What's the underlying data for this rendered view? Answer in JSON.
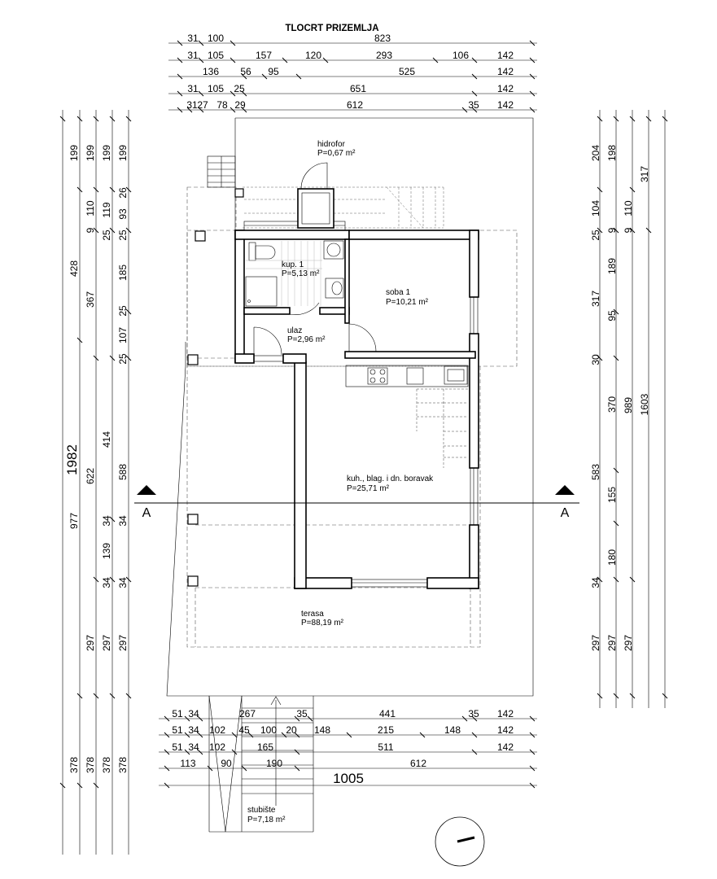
{
  "title": "TLOCRT PRIZEMLJA",
  "rooms": [
    {
      "name": "hidrofor",
      "area": "P=0,67  m²"
    },
    {
      "name": "kup. 1",
      "area": "P=5,13  m²"
    },
    {
      "name": "soba 1",
      "area": "P=10,21  m²"
    },
    {
      "name": "ulaz",
      "area": "P=2,96  m²"
    },
    {
      "name": "kuh., blag. i dn. boravak",
      "area": "P=25,71  m²"
    },
    {
      "name": "terasa",
      "area": "P=88,19  m²"
    },
    {
      "name": "stubište",
      "area": "P=7,18  m²"
    }
  ],
  "section_marks": [
    "A",
    "A"
  ],
  "dims_top": [
    [
      "31",
      "100",
      "823"
    ],
    [
      "31",
      "105",
      "157",
      "120",
      "293",
      "106",
      "142"
    ],
    [
      "136",
      "56",
      "95",
      "525",
      "142"
    ],
    [
      "31",
      "105",
      "25",
      "651",
      "142"
    ],
    [
      "31",
      "27",
      "78",
      "29",
      "612",
      "35",
      "142"
    ]
  ],
  "dims_bottom": [
    [
      "51",
      "34",
      "267",
      "35",
      "441",
      "35",
      "142"
    ],
    [
      "51",
      "34",
      "102",
      "45",
      "100",
      "20",
      "148",
      "215",
      "148",
      "142"
    ],
    [
      "51",
      "34",
      "102",
      "165",
      "511",
      "142"
    ],
    [
      "113",
      "90",
      "190",
      "612"
    ],
    [
      "1005"
    ]
  ],
  "dims_left": {
    "col1": [
      "1982"
    ],
    "col2": [
      "199",
      "428",
      "977",
      "378"
    ],
    "col3": [
      "199",
      "110",
      "9",
      "367",
      "622",
      "297",
      "378"
    ],
    "col4": [
      "199",
      "119",
      "25",
      "414",
      "34",
      "139",
      "34",
      "297",
      "378"
    ],
    "col5": [
      "199",
      "26",
      "93",
      "25",
      "185",
      "25",
      "107",
      "25",
      "588",
      "34",
      "34",
      "297",
      "378"
    ]
  },
  "dims_right": {
    "col1": [
      "204",
      "104",
      "25",
      "317",
      "30",
      "583",
      "34",
      "297"
    ],
    "col2": [
      "198",
      "9",
      "189",
      "95",
      "370",
      "155",
      "180",
      "297"
    ],
    "col3": [
      "9",
      "110",
      "989",
      "297"
    ],
    "col4": [
      "317"
    ],
    "col5": [
      "1603"
    ]
  }
}
